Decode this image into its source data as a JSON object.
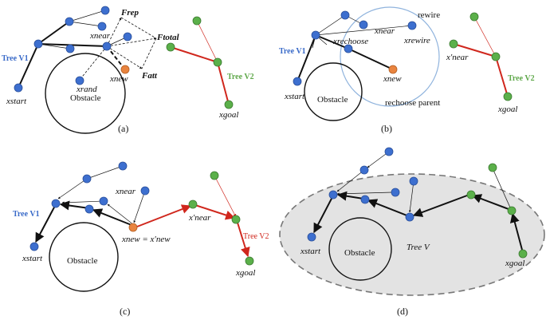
{
  "panels": {
    "a": {
      "caption": "(a)",
      "tree_v1": "Tree V1",
      "tree_v2": "Tree V2",
      "x_start": "xstart",
      "x_near": "xnear",
      "x_rand": "xrand",
      "x_new": "xnew",
      "x_goal": "xgoal",
      "f_rep": "Frep",
      "f_total": "Ftotal",
      "f_att": "Fatt",
      "obstacle": "Obstacle"
    },
    "b": {
      "caption": "(b)",
      "rewire": "rewire",
      "rechoose_parent": "rechoose parent",
      "tree_v1": "Tree V1",
      "tree_v2": "Tree V2",
      "x_start": "xstart",
      "x_rechoose": "xrechoose",
      "x_near": "xnear",
      "x_rewire": "xrewire",
      "x_new": "xnew",
      "x_near_prime": "x′near",
      "x_goal": "xgoal",
      "obstacle": "Obstacle"
    },
    "c": {
      "caption": "(c)",
      "tree_v1": "Tree V1",
      "tree_v2": "Tree V2",
      "x_start": "xstart",
      "x_near": "xnear",
      "x_new_eq": "xnew = x′new",
      "x_near_prime": "x′near",
      "x_goal": "xgoal",
      "obstacle": "Obstacle"
    },
    "d": {
      "caption": "(d)",
      "tree_v": "Tree V",
      "x_start": "xstart",
      "x_goal": "xgoal",
      "obstacle": "Obstacle"
    }
  },
  "colors": {
    "blue_node": "#3d6fcf",
    "green_node": "#5bb04a",
    "orange_node": "#e9843f",
    "red_edge": "#d0271d",
    "circle_rewire": "#8fb3dd",
    "tree_label_blue": "#3a6bc9",
    "tree_label_green": "#5fa84a",
    "shaded_region": "#e3e3e3"
  }
}
